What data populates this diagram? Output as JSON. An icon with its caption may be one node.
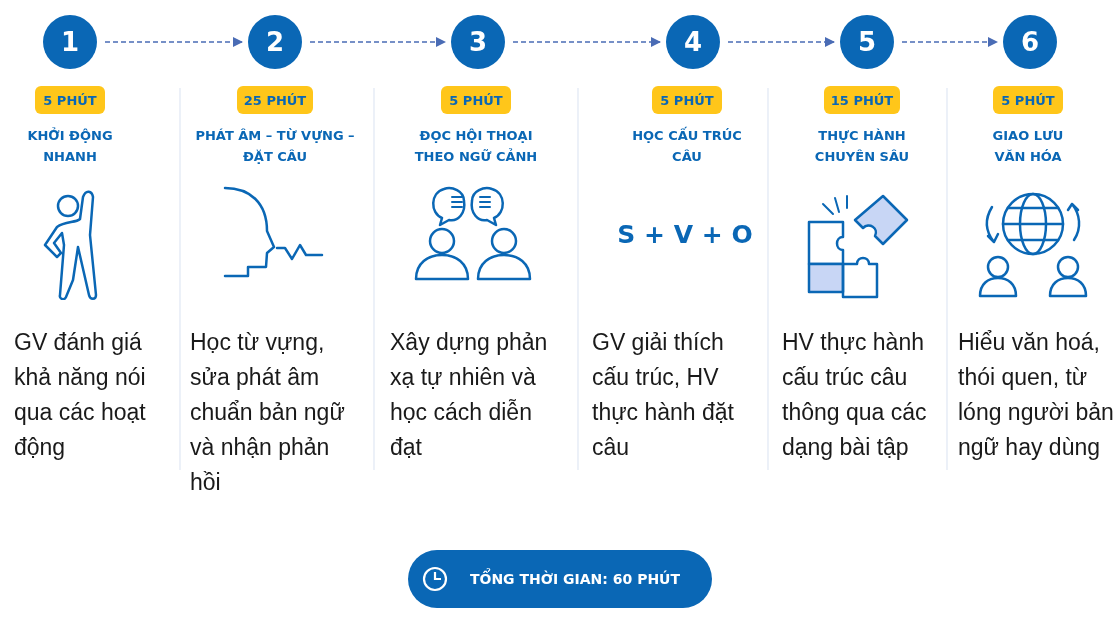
{
  "diagram": {
    "nodes": [
      {
        "text": [
          "1"
        ]
      },
      {
        "text": [
          "2"
        ]
      },
      {
        "text": [
          "3"
        ]
      },
      {
        "text": [
          "4"
        ]
      },
      {
        "text": [
          "5"
        ]
      },
      {
        "text": [
          "6"
        ]
      },
      {
        "text": [
          "5 PHÚT"
        ]
      },
      {
        "text": [
          "25 PHÚT"
        ]
      },
      {
        "text": [
          "5 PHÚT"
        ]
      },
      {
        "text": [
          "5 PHÚT"
        ]
      },
      {
        "text": [
          "15 PHÚT"
        ]
      },
      {
        "text": [
          "5 PHÚT"
        ]
      },
      {
        "text": [
          "TỔNG THỜI GIAN: 60 PHÚT"
        ]
      }
    ],
    "edges": [
      {
        "from": 0,
        "to": 1,
        "arrow": "to",
        "style": "dashed"
      },
      {
        "from": 1,
        "to": 2,
        "arrow": "to",
        "style": "dashed"
      },
      {
        "from": 2,
        "to": 3,
        "arrow": "to",
        "style": "dashed"
      },
      {
        "from": 3,
        "to": 4,
        "arrow": "to",
        "style": "dashed"
      },
      {
        "from": 4,
        "to": 5,
        "arrow": "to",
        "style": "dashed"
      }
    ],
    "labels": [
      "KHỞI ĐỘNG NHANH",
      "PHÁT ÂM – TỪ VỰNG – ĐẶT CÂU",
      "ĐỌC HỘI THOẠI THEO NGỮ CẢNH",
      "HỌC CẤU TRÚC CÂU",
      "THỰC HÀNH CHUYÊN SÂU",
      "GIAO LƯU VĂN HÓA",
      "S + V + O",
      "GV đánh giá khả năng nói qua các hoạt động",
      "Học từ vựng, sửa phát âm chuẩn bản ngữ và nhận phản hồi",
      "Xây dựng phản xạ tự nhiên và học cách diễn đạt",
      "GV giải thích cấu trúc, HV thực hành đặt câu",
      "HV thực hành cấu trúc câu thông qua các dạng bài tập",
      "Hiểu văn hoá, thói quen, từ lóng người bản ngữ hay dùng"
    ]
  }
}
